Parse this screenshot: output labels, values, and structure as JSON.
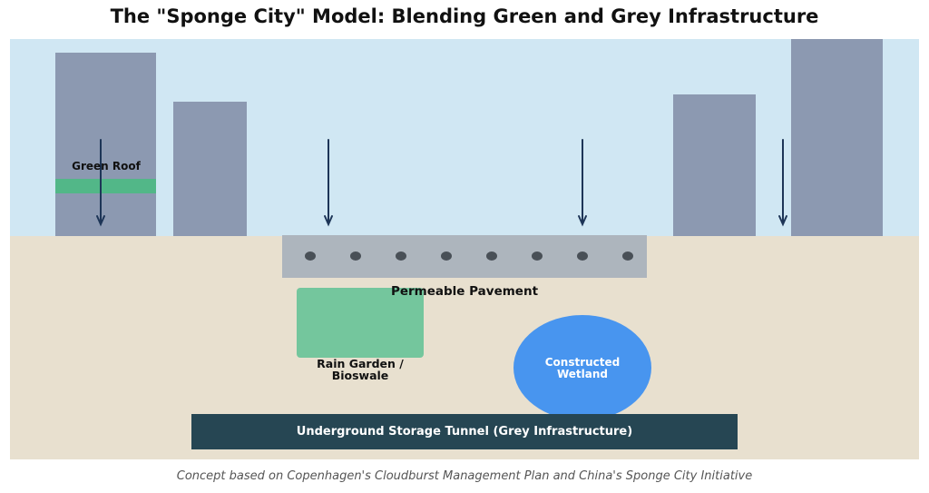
{
  "title": "The \"Sponge City\" Model: Blending Green and Grey Infrastructure",
  "caption": "Concept based on Copenhagen's Cloudburst Management Plan and China's Sponge City Initiative",
  "labels": {
    "green_roof": "Green Roof",
    "permeable_pavement": "Permeable Pavement",
    "rain_garden_line1": "Rain Garden /",
    "rain_garden_line2": "Bioswale",
    "wetland_line1": "Constructed",
    "wetland_line2": "Wetland",
    "tunnel": "Underground Storage Tunnel (Grey Infrastructure)"
  },
  "colors": {
    "sky": "#d0e7f3",
    "ground": "#e8e0cf",
    "building": "#8c99b1",
    "green_roof": "#52b788",
    "pavement": "#adb5bd",
    "pavement_holes": "#495057",
    "rain_garden": "#74c69d",
    "wetland": "#4895ef",
    "tunnel": "#264653",
    "arrow": "#1d3557"
  }
}
